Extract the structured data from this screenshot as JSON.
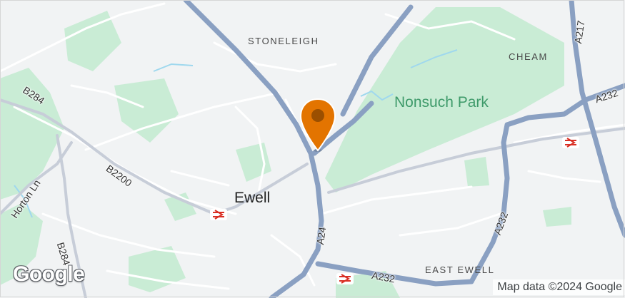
{
  "map": {
    "labels": {
      "stoneleigh": "STONELEIGH",
      "cheam": "CHEAM",
      "nonsuch_park": "Nonsuch Park",
      "ewell": "Ewell",
      "east_ewell": "EAST EWELL"
    },
    "roads": {
      "b284_top": "B284",
      "b2200": "B2200",
      "horton_ln": "Horton Ln",
      "b284_bottom": "B284",
      "a24": "A24",
      "a232_right": "A232",
      "a232_mid": "A232",
      "a232_bottom": "A232",
      "a217": "A217"
    },
    "logo": "Google",
    "attribution": "Map data ©2024 Google",
    "colors": {
      "background": "#f1f3f4",
      "green": "#c9ecd5",
      "major_road": "#8aa0c2",
      "minor_road": "#ffffff",
      "pin": "#e37400",
      "pin_dot": "#9b4f00",
      "water": "#9fd8ee"
    },
    "icons": [
      "map-pin-icon",
      "rail-station-icon"
    ]
  }
}
